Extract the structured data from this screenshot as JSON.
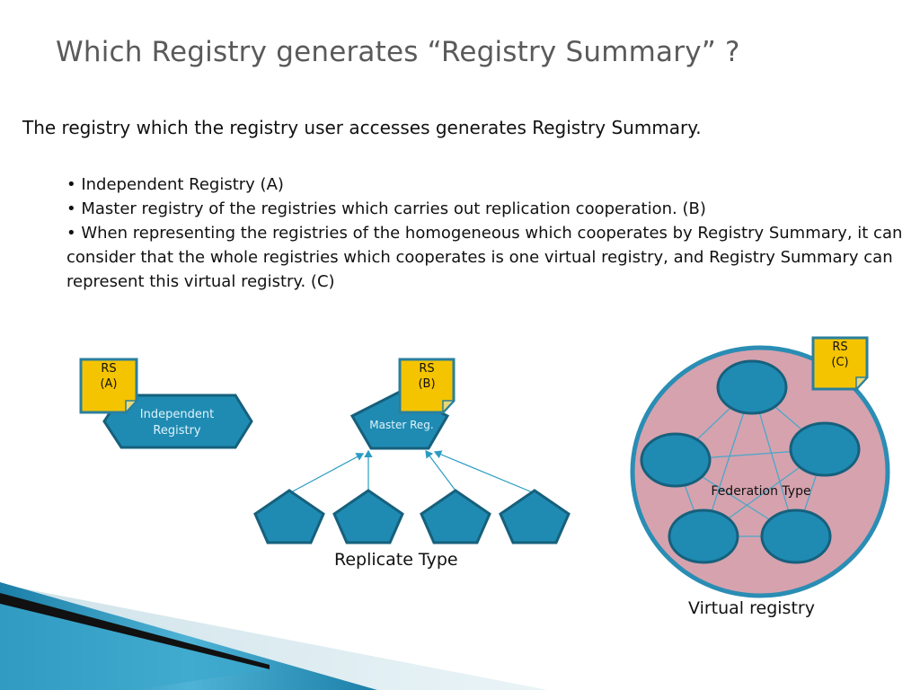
{
  "slide": {
    "title": "Which Registry generates “Registry Summary” ?",
    "intro": "The registry which the registry user accesses generates Registry Summary.",
    "bullets": [
      "• Independent Registry (A)",
      "• Master registry of the registries which carries out replication cooperation. (B)",
      "• When representing the registries of the homogeneous which cooperates by Registry Summary, it can consider that the whole registries which cooperates is one virtual registry, and Registry Summary can represent this virtual registry. (C)"
    ]
  },
  "diagram": {
    "independent": {
      "note_line1": "RS",
      "note_line2": "(A)",
      "label_line1": "Independent",
      "label_line2": "Registry"
    },
    "replicate": {
      "note_line1": "RS",
      "note_line2": "(B)",
      "master_label": "Master Reg.",
      "caption": "Replicate Type"
    },
    "federation": {
      "note_line1": "RS",
      "note_line2": "(C)",
      "label": "Federation Type",
      "caption": "Virtual registry"
    }
  },
  "colors": {
    "teal": "#2393b8",
    "teal_dark": "#1a6f8c",
    "note_yellow": "#f5c400",
    "circle_fill": "#d6a2ae",
    "circle_stroke": "#2a8db4"
  }
}
